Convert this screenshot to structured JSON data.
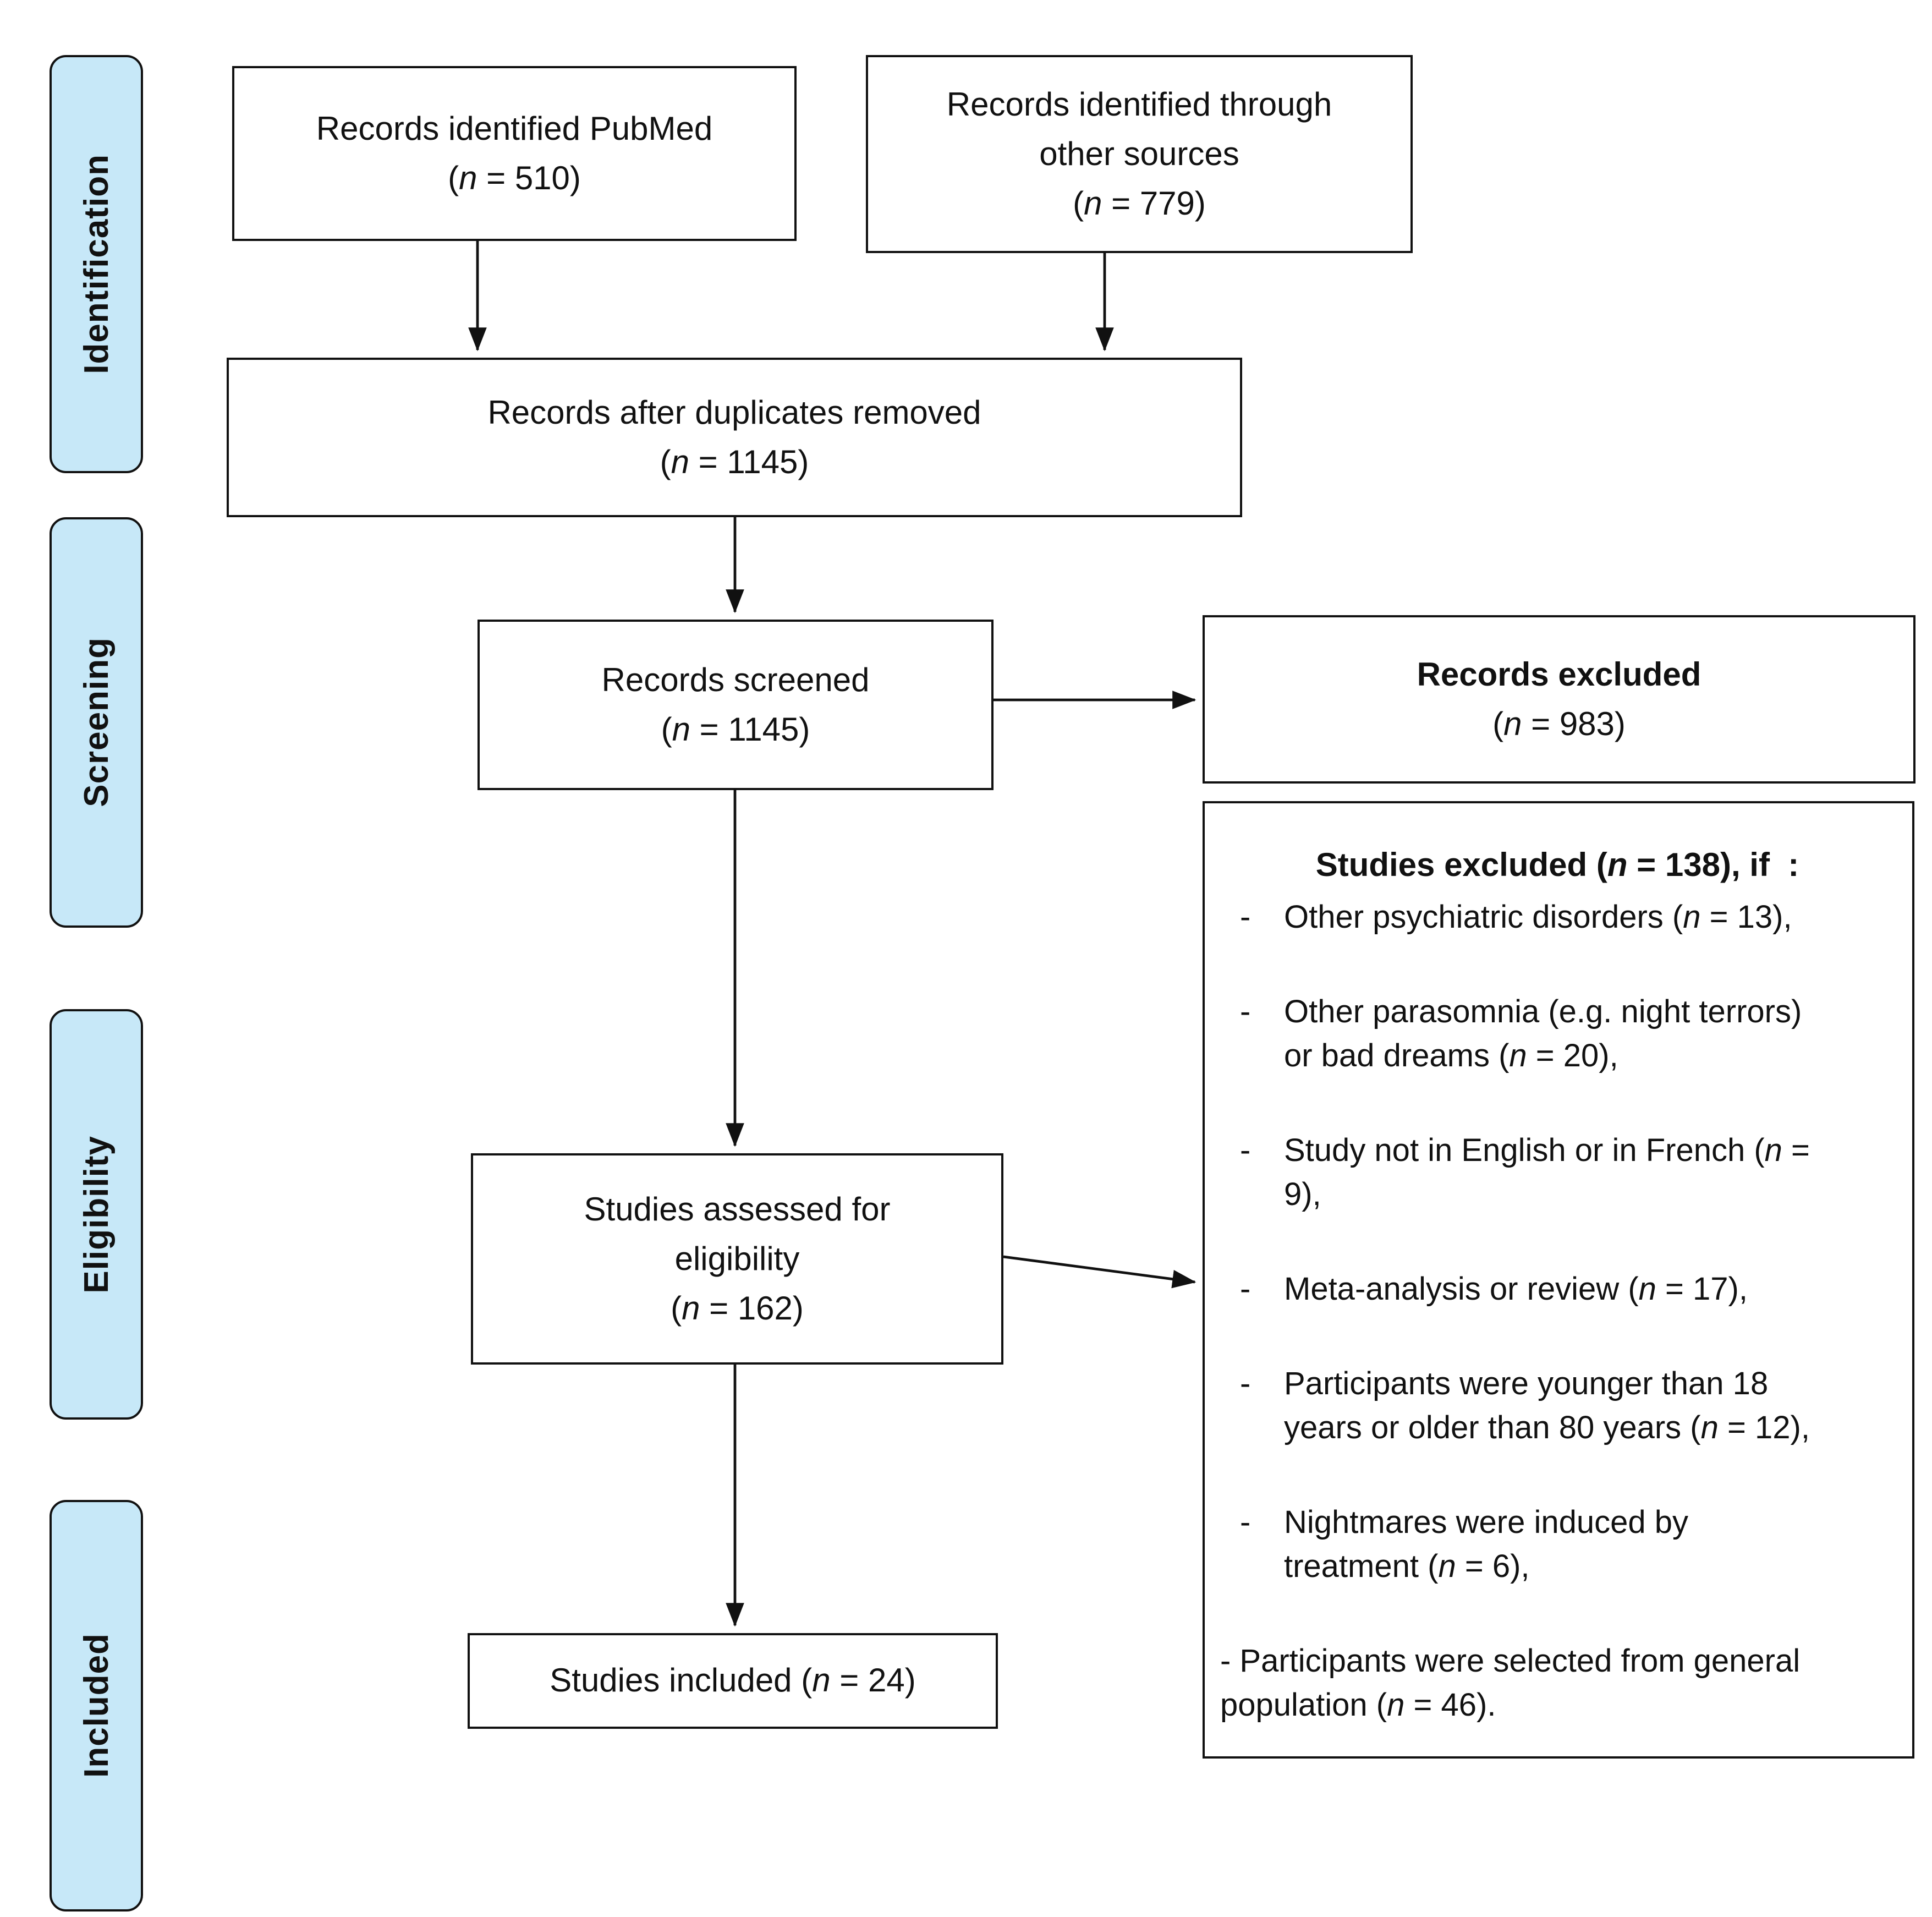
{
  "colors": {
    "stage_fill": "#c7e8f8",
    "box_border": "#111111",
    "arrow": "#111111",
    "background": "#ffffff"
  },
  "bullet_marker": "-",
  "sidebar": {
    "stages": [
      {
        "label": "Identification"
      },
      {
        "label": "Screening"
      },
      {
        "label": "Eligibility"
      },
      {
        "label": "Included"
      }
    ]
  },
  "boxes": {
    "pubmed_html": "Records identified PubMed<br>(<i>n</i> = 510)",
    "other_sources_html": "Records identified through<br>other sources<br>(<i>n</i> = 779)",
    "duplicates_html": "Records after duplicates removed<br>(<i>n</i> = 1145)",
    "screened_html": "Records screened<br>(<i>n</i> = 1145)",
    "records_excluded_html": "<b>Records excluded</b><br>(<i>n</i> = 983)",
    "assessed_html": "Studies assessed for<br>eligibility<br>(<i>n</i> = 162)",
    "included_html": "Studies included (<i>n</i> = 24)"
  },
  "studies_excluded": {
    "title_html": "Studies excluded (<i>n</i> = 138), if&nbsp; :",
    "items_html": [
      "Other psychiatric disorders (<i>n</i> = 13),",
      "Other parasomnia (e.g. night terrors)<br>or bad dreams (<i>n</i> = 20),",
      "Study not in English or in French (<i>n</i> =<br>9),",
      "Meta-analysis or review (<i>n</i> = 17),",
      "Participants were younger than 18<br>years or older than 80 years (<i>n</i> = 12),",
      "Nightmares were induced by<br>treatment (<i>n</i> = 6),"
    ],
    "footer_html": "- Participants were selected from general<br>population (<i>n</i> = 46)."
  }
}
